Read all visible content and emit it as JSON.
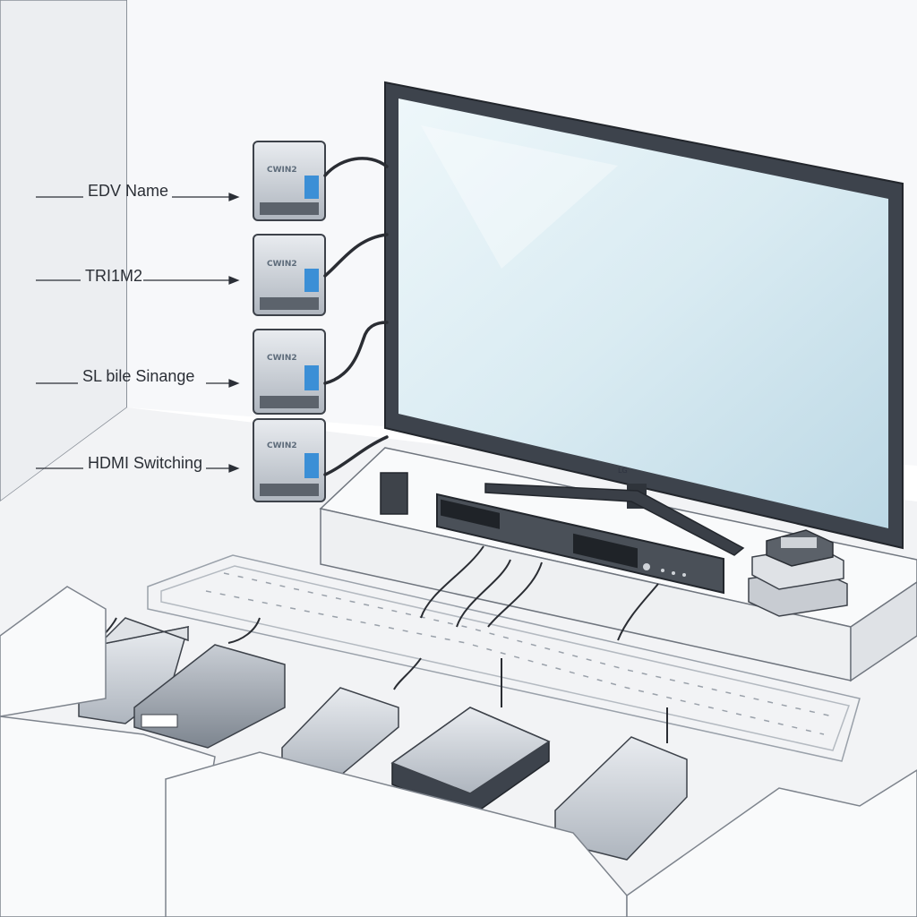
{
  "callouts": [
    {
      "label": "EDV Name"
    },
    {
      "label": "TRI1M2"
    },
    {
      "label": "SL bile Sinange"
    },
    {
      "label": "HDMI Switching"
    }
  ],
  "devices": {
    "box_labels": [
      "CWIN2",
      "CWIN2",
      "CWIN2",
      "CWIN2"
    ]
  },
  "tv": {
    "brand": "LG"
  },
  "colors": {
    "outline": "#2f333a",
    "screen_top": "#e6f2f6",
    "screen_bottom": "#c4dde8",
    "wall": "#f4f5f7",
    "device_accent": "#3b8fd6",
    "cable": "#2a2d33"
  }
}
